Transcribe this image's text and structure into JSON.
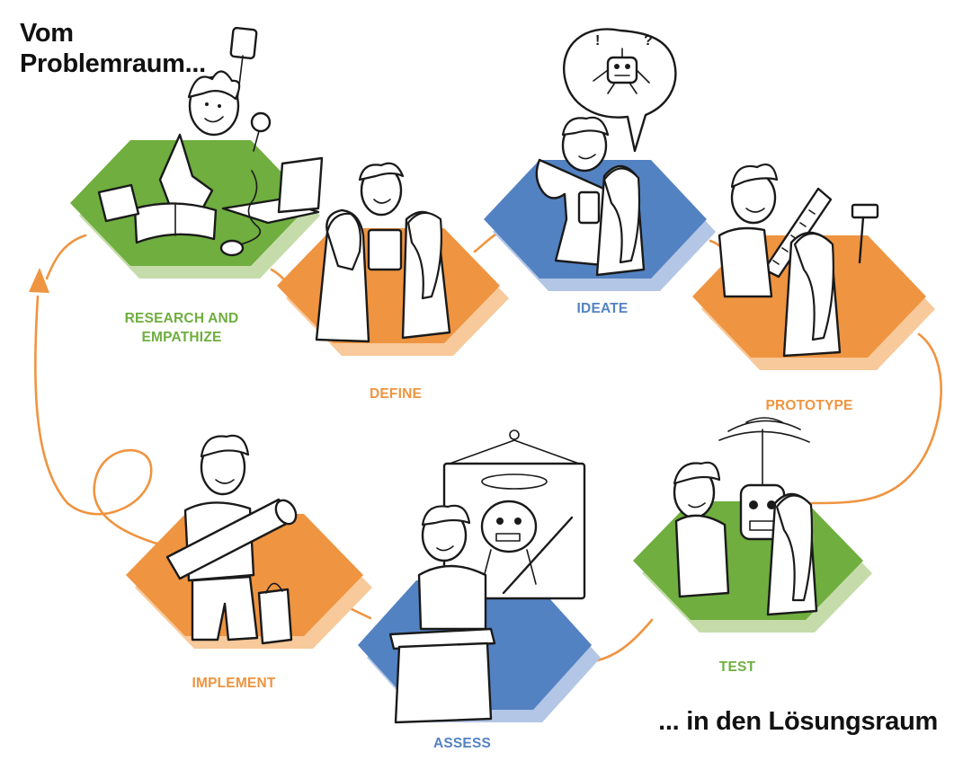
{
  "heading_start": "Vom\nProblemraum...",
  "heading_end": "... in den Lösungsraum",
  "colors": {
    "green": "#6fae3f",
    "green_light": "#c5dcaa",
    "orange": "#ef9440",
    "orange_light": "#f8c99a",
    "blue": "#5382c2",
    "blue_light": "#b3c6e5",
    "path": "#ef9440"
  },
  "stages": [
    {
      "id": "research",
      "label": "RESEARCH AND\nEMPATHIZE",
      "color": "green"
    },
    {
      "id": "define",
      "label": "DEFINE",
      "color": "orange"
    },
    {
      "id": "ideate",
      "label": "IDEATE",
      "color": "blue"
    },
    {
      "id": "prototype",
      "label": "PROTOTYPE",
      "color": "orange"
    },
    {
      "id": "test",
      "label": "TEST",
      "color": "green"
    },
    {
      "id": "assess",
      "label": "ASSESS",
      "color": "blue"
    },
    {
      "id": "implement",
      "label": "IMPLEMENT",
      "color": "orange"
    }
  ]
}
